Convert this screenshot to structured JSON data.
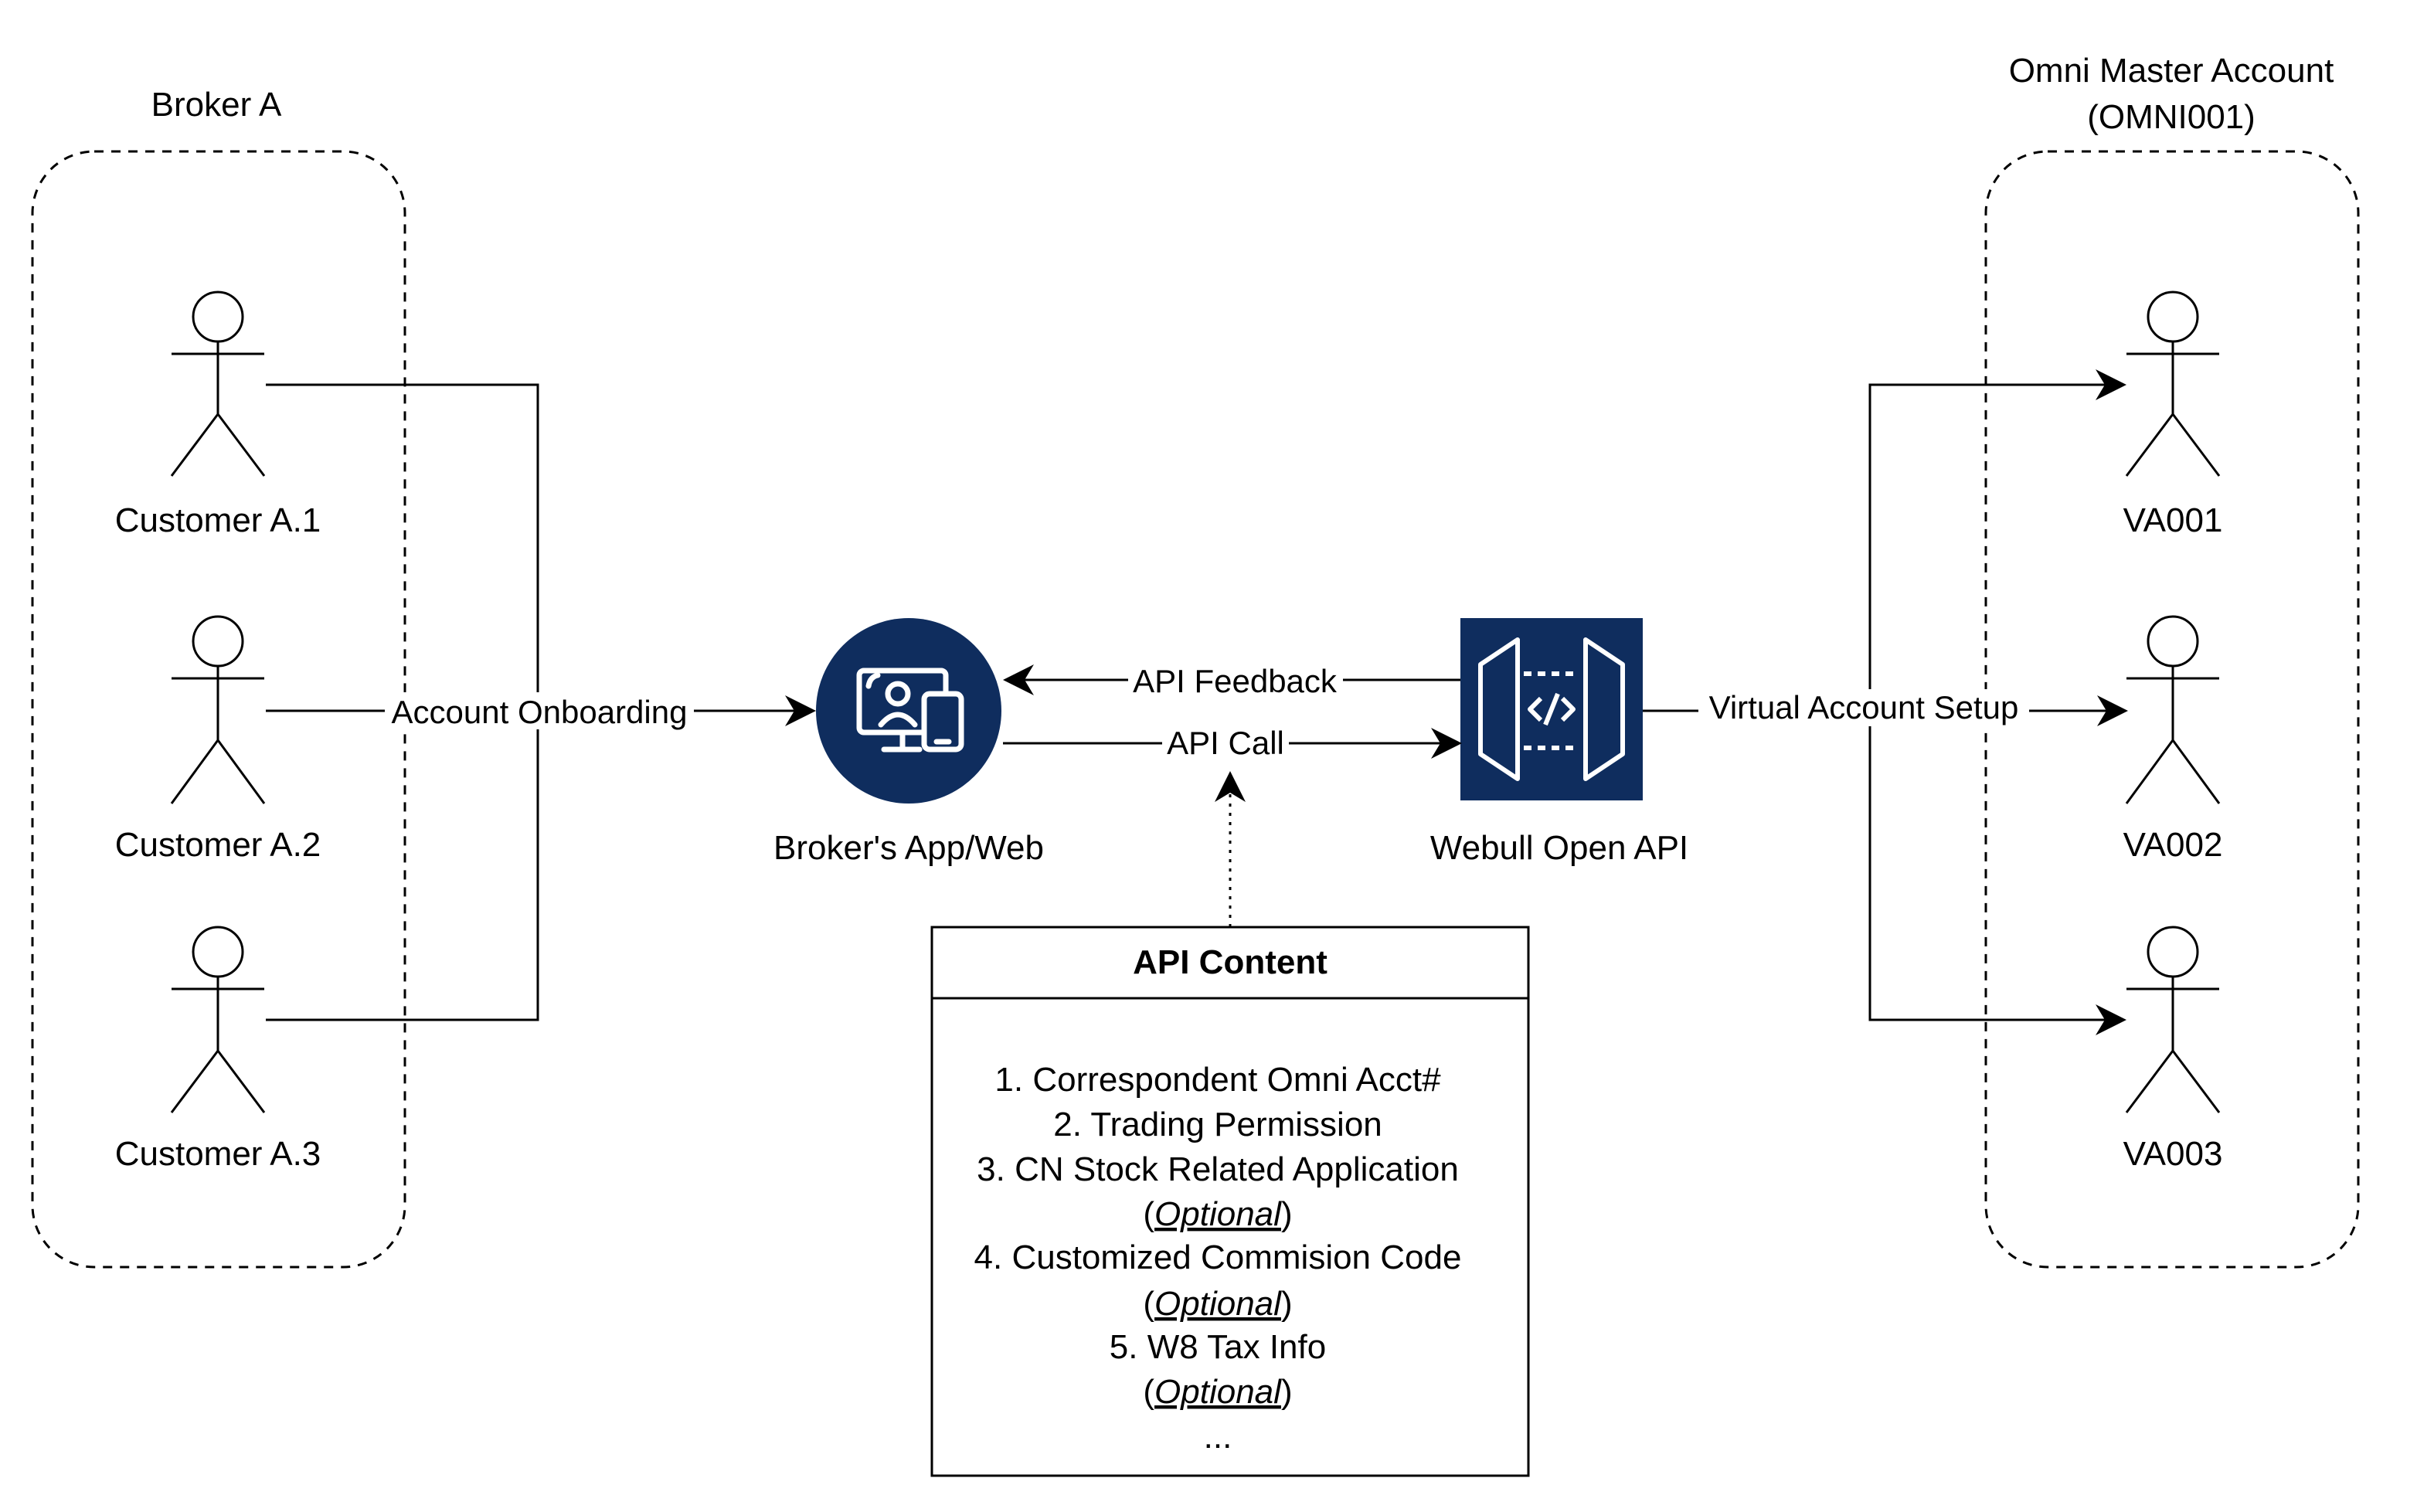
{
  "colors": {
    "stroke": "#000000",
    "icon_fill": "#0f2d5e",
    "background": "#ffffff"
  },
  "groups": {
    "broker": {
      "label": "Broker A"
    },
    "omni": {
      "label_line1": "Omni Master Account",
      "label_line2": "(OMNI001)"
    }
  },
  "customers": [
    {
      "label": "Customer A.1",
      "icon": "person-icon"
    },
    {
      "label": "Customer A.2",
      "icon": "person-icon"
    },
    {
      "label": "Customer A.3",
      "icon": "person-icon"
    }
  ],
  "virtual_accounts": [
    {
      "label": "VA001",
      "icon": "person-icon"
    },
    {
      "label": "VA002",
      "icon": "person-icon"
    },
    {
      "label": "VA003",
      "icon": "person-icon"
    }
  ],
  "nodes": {
    "broker_app": {
      "label": "Broker's App/Web",
      "icon": "devices-icon"
    },
    "webull_api": {
      "label": "Webull Open API",
      "icon": "api-gateway-icon"
    }
  },
  "edges": {
    "onboarding": "Account Onboarding",
    "feedback": "API Feedback",
    "call": "API Call",
    "virtual_setup": "Virtual Account Setup"
  },
  "api_content": {
    "title": "API Content",
    "item1": "1. Correspondent Omni Acct#",
    "item2": "2. Trading Permission",
    "item3": "3. CN Stock Related Application",
    "item4": "4. Customized Commision Code",
    "item5": "5. W8 Tax Info",
    "optional_open": "(",
    "optional_word": "Optional",
    "optional_close": ")",
    "ellipsis": "..."
  }
}
